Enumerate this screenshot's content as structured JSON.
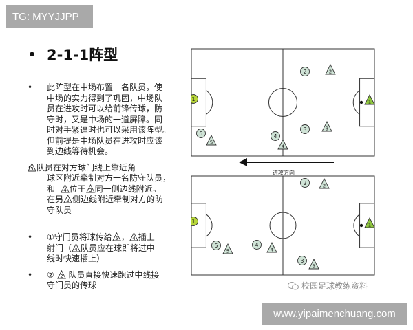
{
  "banners": {
    "tg": "TG: MYYJJPP",
    "url": "www.yipaimenchuang.com"
  },
  "slide": {
    "bullet_glyph": "•",
    "title": "2-1-1阵型",
    "bullets": [
      {
        "lines": [
          "此阵型在中场布置一名队员，使",
          "中场的实力得到了巩固，中场队",
          "员在进攻时可以给前锋传球，防",
          "守时，又是中场的一道屏障。同",
          "时对手紧逼时也可以采用该阵型。",
          "但前提是中场队员在进攻时应该",
          "到边线等待机会。"
        ]
      },
      {
        "marker_a": "5",
        "line1": "队员在对方球门线上靠近角",
        "line2": "球区附近牵制对方一名防守队员，",
        "line3_pre": "和",
        "marker_b": "4",
        "line3_mid": "位于",
        "marker_c": "3",
        "line3_post": "同一侧边线附近。",
        "line4_pre": "在另",
        "marker_d": "2",
        "line4_post": "侧边线附近牵制对方的防",
        "line5": "守队员"
      },
      {
        "line1_pre": "①守门员将球传给",
        "marker_a": "5",
        "line1_mid": "，",
        "marker_b": "4",
        "line1_post": "插上",
        "line2_pre": "射门（",
        "marker_c": "4",
        "line2_post": "队员应在球即将过中",
        "line3": "线时快速插上）"
      },
      {
        "line1_pre": "②",
        "marker_a": "2",
        "line1_post": "队员直接快速跑过中线接",
        "line2": "守门员的传球"
      }
    ]
  },
  "diagram": {
    "direction_label": "进攻方向",
    "top_field": {
      "circles": [
        {
          "label": "1",
          "color": "#b7d63a"
        },
        {
          "label": "2",
          "color": "#cfe3d6"
        },
        {
          "label": "3",
          "color": "#cfe3d6"
        },
        {
          "label": "4",
          "color": "#cfe3d6"
        },
        {
          "label": "5",
          "color": "#cfe3d6"
        }
      ],
      "triangles": [
        {
          "label": "1",
          "color": "#8fc640"
        },
        {
          "label": "2",
          "color": "#cfe3d6"
        },
        {
          "label": "3",
          "color": "#cfe3d6"
        },
        {
          "label": "4",
          "color": "#cfe3d6"
        },
        {
          "label": "5",
          "color": "#cfe3d6"
        }
      ]
    },
    "bottom_field": {
      "circles": [
        {
          "label": "1",
          "color": "#b7d63a"
        },
        {
          "label": "2",
          "color": "#cfe3d6"
        },
        {
          "label": "3",
          "color": "#cfe3d6"
        },
        {
          "label": "4",
          "color": "#cfe3d6"
        },
        {
          "label": "5",
          "color": "#cfe3d6"
        }
      ],
      "triangles": [
        {
          "label": "1",
          "color": "#8fc640"
        },
        {
          "label": "2",
          "color": "#cfe3d6"
        },
        {
          "label": "3",
          "color": "#cfe3d6"
        },
        {
          "label": "4",
          "color": "#cfe3d6"
        },
        {
          "label": "5",
          "color": "#cfe3d6"
        }
      ]
    }
  },
  "watermark": {
    "text": "校园足球教练资料",
    "icon": "wechat-icon"
  }
}
